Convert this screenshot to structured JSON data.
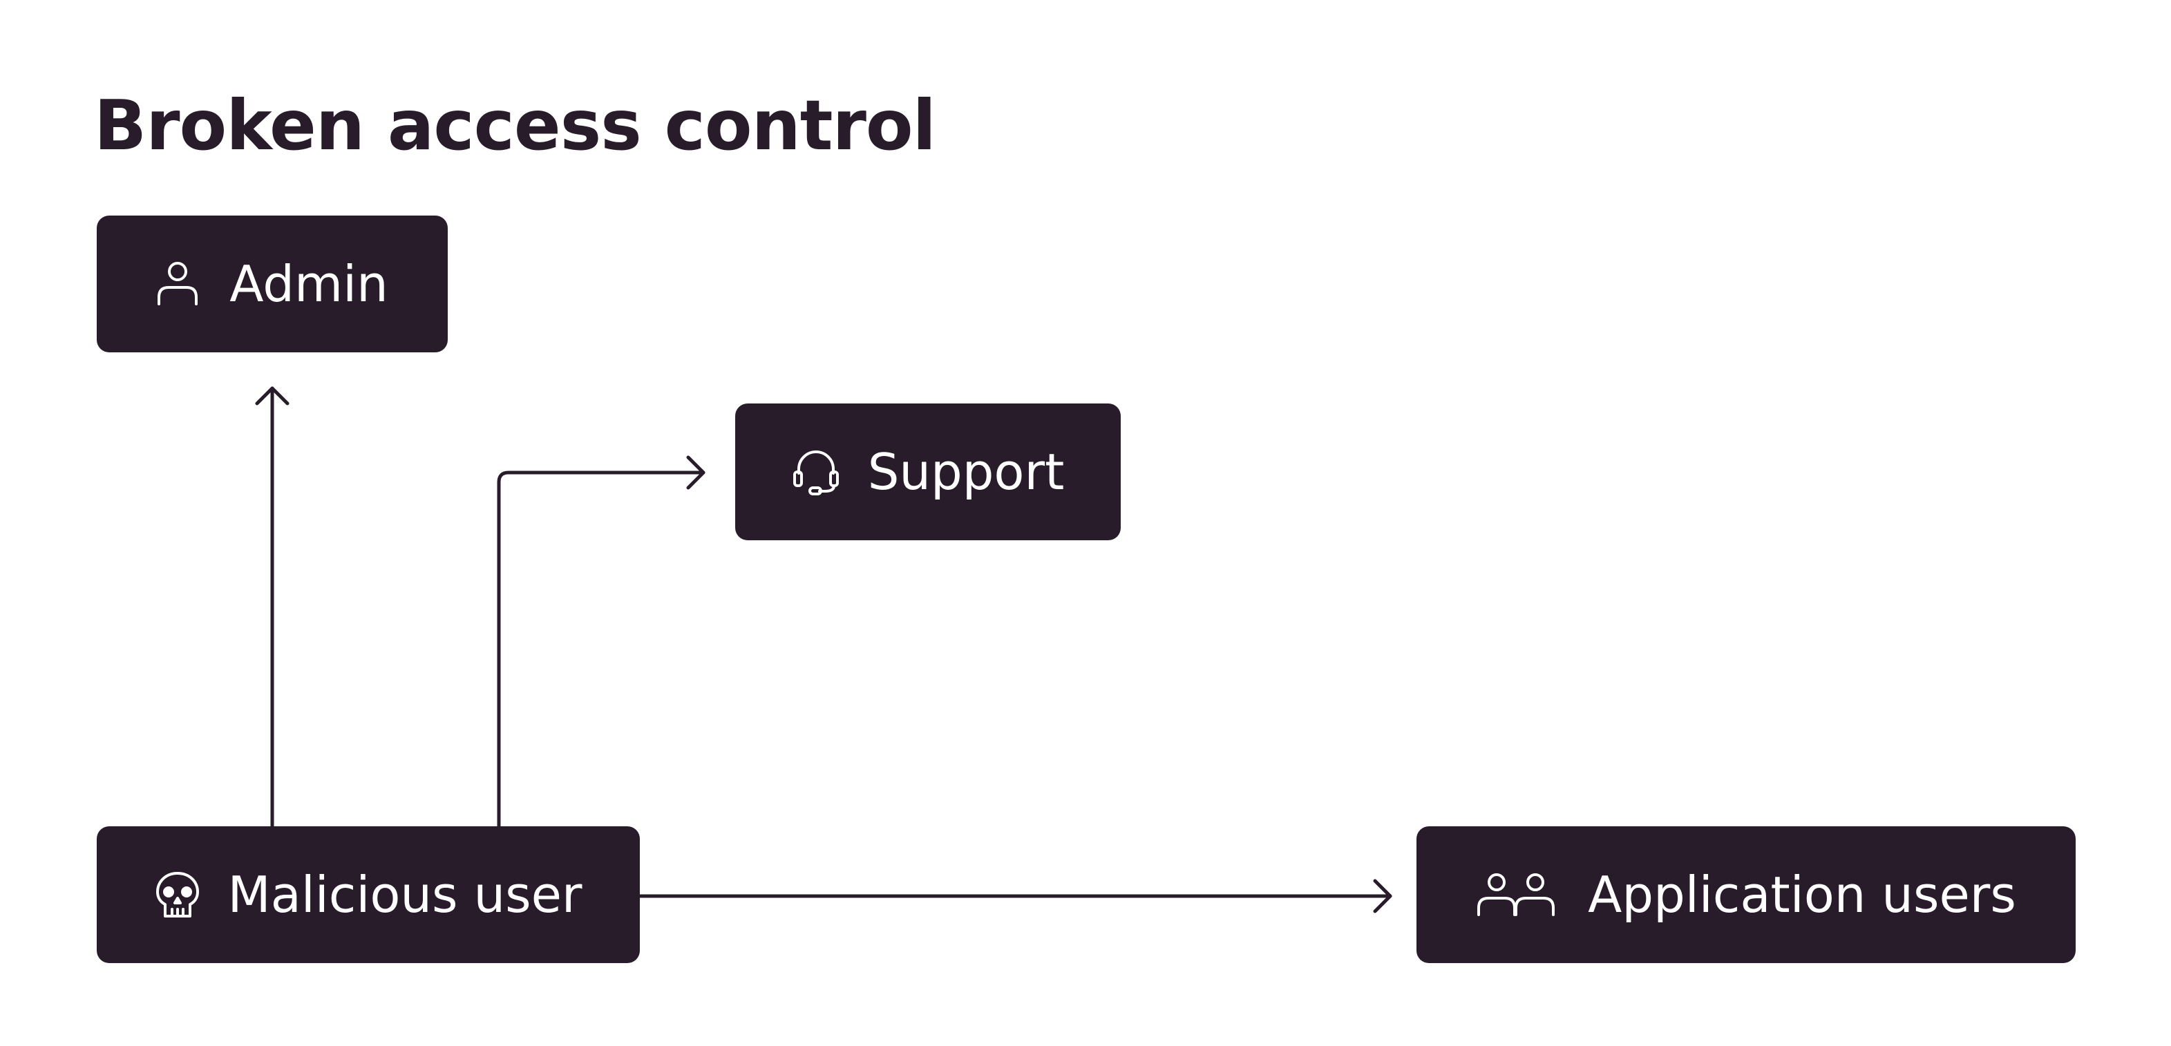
{
  "diagram": {
    "title": "Broken access control",
    "colors": {
      "node_fill": "#281c2b",
      "node_text": "#ffffff",
      "edge": "#281c2b",
      "title": "#281c2b",
      "background": "#ffffff"
    },
    "nodes": [
      {
        "id": "admin",
        "label": "Admin",
        "icon": "user-icon"
      },
      {
        "id": "support",
        "label": "Support",
        "icon": "headset-icon"
      },
      {
        "id": "malicious",
        "label": "Malicious user",
        "icon": "skull-icon"
      },
      {
        "id": "appusers",
        "label": "Application users",
        "icon": "users-group-icon"
      }
    ],
    "edges": [
      {
        "from": "malicious",
        "to": "admin"
      },
      {
        "from": "malicious",
        "to": "support"
      },
      {
        "from": "malicious",
        "to": "appusers"
      }
    ]
  }
}
